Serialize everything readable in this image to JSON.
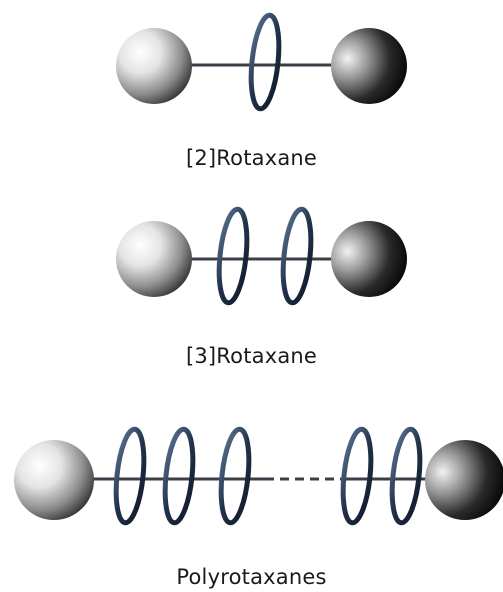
{
  "diagrams": [
    {
      "label": "[2]Rotaxane",
      "ring_count": 1
    },
    {
      "label": "[3]Rotaxane",
      "ring_count": 2
    },
    {
      "label": "Polyrotaxanes",
      "ring_count": 5,
      "has_ellipsis_gap": true
    }
  ],
  "colors": {
    "axle": "#3a3f47",
    "ring": "#22324a",
    "ring_highlight": "#5b7392",
    "stopper_left_light": "#ffffff",
    "stopper_left_dark": "#2b2b2b",
    "stopper_right_light": "#d9d9d9",
    "stopper_right_dark": "#000000"
  }
}
